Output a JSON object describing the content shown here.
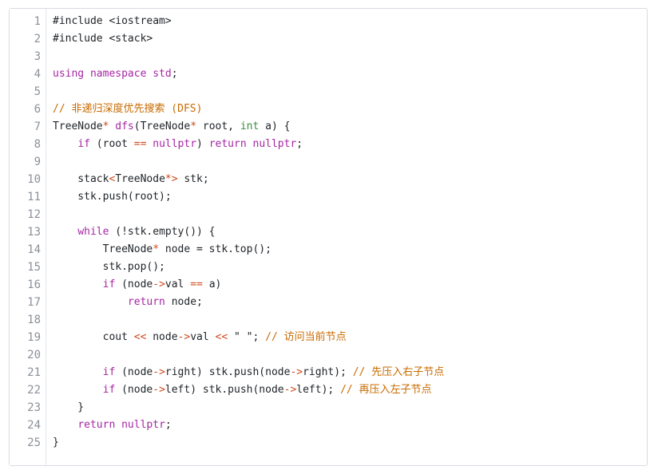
{
  "editor": {
    "line_numbers": [
      "1",
      "2",
      "3",
      "4",
      "5",
      "6",
      "7",
      "8",
      "9",
      "10",
      "11",
      "12",
      "13",
      "14",
      "15",
      "16",
      "17",
      "18",
      "19",
      "20",
      "21",
      "22",
      "23",
      "24",
      "25"
    ],
    "lines": [
      [
        {
          "text": "#include <iostream>",
          "class": "pre"
        }
      ],
      [
        {
          "text": "#include <stack>",
          "class": "pre"
        }
      ],
      [
        {
          "text": "",
          "class": "pre"
        }
      ],
      [
        {
          "text": "using",
          "class": "kw"
        },
        {
          "text": " ",
          "class": "pre"
        },
        {
          "text": "namespace",
          "class": "kw"
        },
        {
          "text": " ",
          "class": "pre"
        },
        {
          "text": "std",
          "class": "kw"
        },
        {
          "text": ";",
          "class": "pre"
        }
      ],
      [
        {
          "text": "",
          "class": "pre"
        }
      ],
      [
        {
          "text": "// 非递归深度优先搜索 (DFS)",
          "class": "cm"
        }
      ],
      [
        {
          "text": "TreeNode",
          "class": "pre"
        },
        {
          "text": "*",
          "class": "op"
        },
        {
          "text": " ",
          "class": "pre"
        },
        {
          "text": "dfs",
          "class": "kw"
        },
        {
          "text": "(TreeNode",
          "class": "pre"
        },
        {
          "text": "*",
          "class": "op"
        },
        {
          "text": " root, ",
          "class": "pre"
        },
        {
          "text": "int",
          "class": "type"
        },
        {
          "text": " a) {",
          "class": "pre"
        }
      ],
      [
        {
          "text": "    ",
          "class": "pre"
        },
        {
          "text": "if",
          "class": "kw"
        },
        {
          "text": " (root ",
          "class": "pre"
        },
        {
          "text": "==",
          "class": "op"
        },
        {
          "text": " ",
          "class": "pre"
        },
        {
          "text": "nullptr",
          "class": "kw"
        },
        {
          "text": ") ",
          "class": "pre"
        },
        {
          "text": "return",
          "class": "kw"
        },
        {
          "text": " ",
          "class": "pre"
        },
        {
          "text": "nullptr",
          "class": "kw"
        },
        {
          "text": ";",
          "class": "pre"
        }
      ],
      [
        {
          "text": "",
          "class": "pre"
        }
      ],
      [
        {
          "text": "    stack",
          "class": "pre"
        },
        {
          "text": "<",
          "class": "op"
        },
        {
          "text": "TreeNode",
          "class": "pre"
        },
        {
          "text": "*>",
          "class": "op"
        },
        {
          "text": " stk;",
          "class": "pre"
        }
      ],
      [
        {
          "text": "    stk.push(root);",
          "class": "pre"
        }
      ],
      [
        {
          "text": "",
          "class": "pre"
        }
      ],
      [
        {
          "text": "    ",
          "class": "pre"
        },
        {
          "text": "while",
          "class": "kw"
        },
        {
          "text": " (!stk.empty()) {",
          "class": "pre"
        }
      ],
      [
        {
          "text": "        TreeNode",
          "class": "pre"
        },
        {
          "text": "*",
          "class": "op"
        },
        {
          "text": " node = stk.top();",
          "class": "pre"
        }
      ],
      [
        {
          "text": "        stk.pop();",
          "class": "pre"
        }
      ],
      [
        {
          "text": "        ",
          "class": "pre"
        },
        {
          "text": "if",
          "class": "kw"
        },
        {
          "text": " (node",
          "class": "pre"
        },
        {
          "text": "->",
          "class": "op"
        },
        {
          "text": "val ",
          "class": "pre"
        },
        {
          "text": "==",
          "class": "op"
        },
        {
          "text": " a)",
          "class": "pre"
        }
      ],
      [
        {
          "text": "            ",
          "class": "pre"
        },
        {
          "text": "return",
          "class": "kw"
        },
        {
          "text": " node;",
          "class": "pre"
        }
      ],
      [
        {
          "text": "",
          "class": "pre"
        }
      ],
      [
        {
          "text": "        cout ",
          "class": "pre"
        },
        {
          "text": "<<",
          "class": "op"
        },
        {
          "text": " node",
          "class": "pre"
        },
        {
          "text": "->",
          "class": "op"
        },
        {
          "text": "val ",
          "class": "pre"
        },
        {
          "text": "<<",
          "class": "op"
        },
        {
          "text": " \" \"; ",
          "class": "pre"
        },
        {
          "text": "// 访问当前节点",
          "class": "cm"
        }
      ],
      [
        {
          "text": "",
          "class": "pre"
        }
      ],
      [
        {
          "text": "        ",
          "class": "pre"
        },
        {
          "text": "if",
          "class": "kw"
        },
        {
          "text": " (node",
          "class": "pre"
        },
        {
          "text": "->",
          "class": "op"
        },
        {
          "text": "right) stk.push(node",
          "class": "pre"
        },
        {
          "text": "->",
          "class": "op"
        },
        {
          "text": "right); ",
          "class": "pre"
        },
        {
          "text": "// 先压入右子节点",
          "class": "cm"
        }
      ],
      [
        {
          "text": "        ",
          "class": "pre"
        },
        {
          "text": "if",
          "class": "kw"
        },
        {
          "text": " (node",
          "class": "pre"
        },
        {
          "text": "->",
          "class": "op"
        },
        {
          "text": "left) stk.push(node",
          "class": "pre"
        },
        {
          "text": "->",
          "class": "op"
        },
        {
          "text": "left); ",
          "class": "pre"
        },
        {
          "text": "// 再压入左子节点",
          "class": "cm"
        }
      ],
      [
        {
          "text": "    }",
          "class": "pre"
        }
      ],
      [
        {
          "text": "    ",
          "class": "pre"
        },
        {
          "text": "return",
          "class": "kw"
        },
        {
          "text": " ",
          "class": "pre"
        },
        {
          "text": "nullptr",
          "class": "kw"
        },
        {
          "text": ";",
          "class": "pre"
        }
      ],
      [
        {
          "text": "}",
          "class": "pre"
        }
      ]
    ]
  }
}
